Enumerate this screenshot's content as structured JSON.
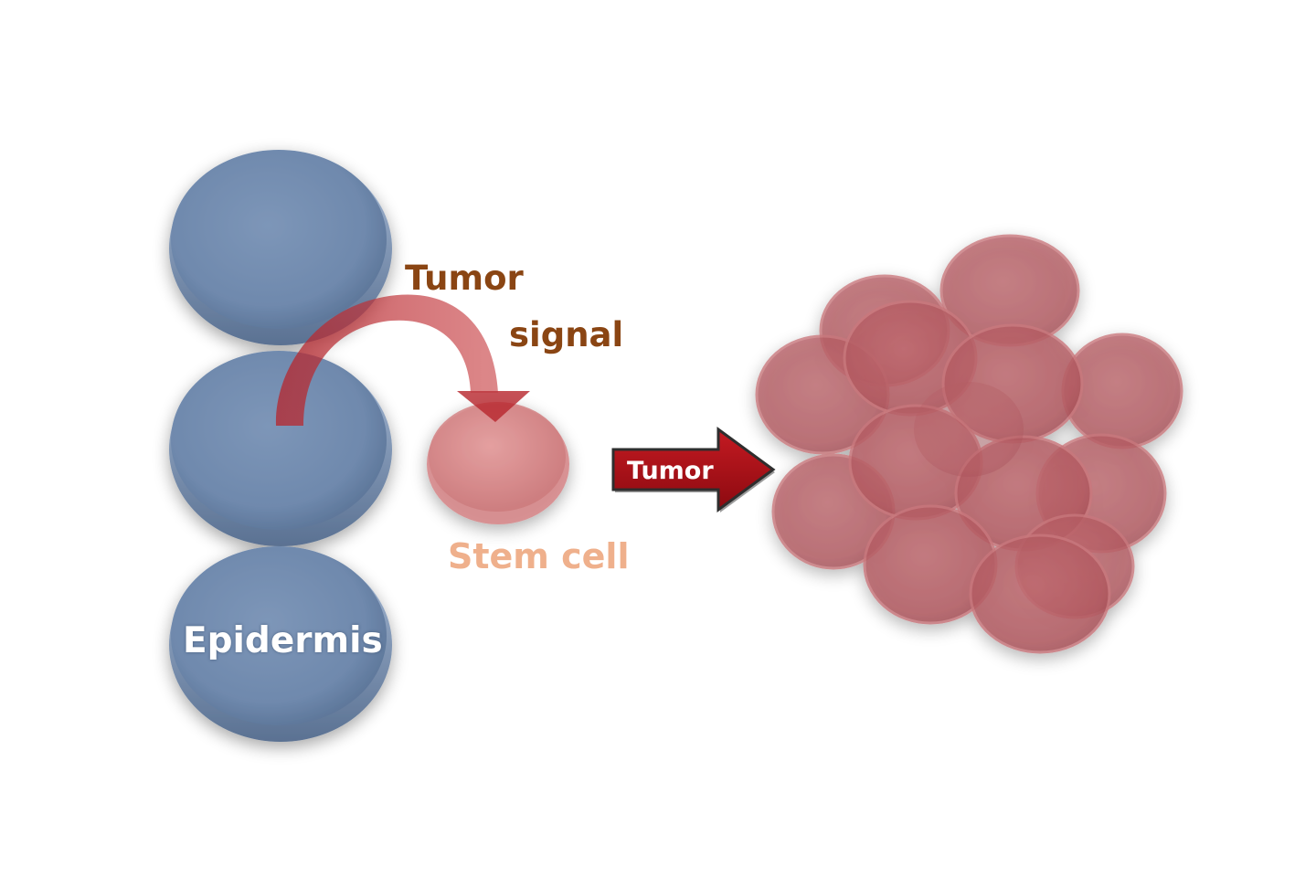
{
  "labels": {
    "tumor_signal_line1": "Tumor",
    "tumor_signal_line2": "signal",
    "stem_cell": "Stem cell",
    "epidermis": "Epidermis",
    "arrow_label": "Tumor"
  },
  "colors": {
    "epidermis_cell": "#7f97b8",
    "stem_cell": "#d98a8a",
    "tumor_cell": "#b85a61",
    "signal_arrow": "#b3262c",
    "progression_arrow": "#a80f16",
    "tumor_signal_text": "#8a4513",
    "stem_cell_text": "#efb08c",
    "epidermis_text": "#ffffff"
  },
  "counts": {
    "epidermis_cells": 3,
    "stem_cells": 1,
    "tumor_cells": 14
  }
}
